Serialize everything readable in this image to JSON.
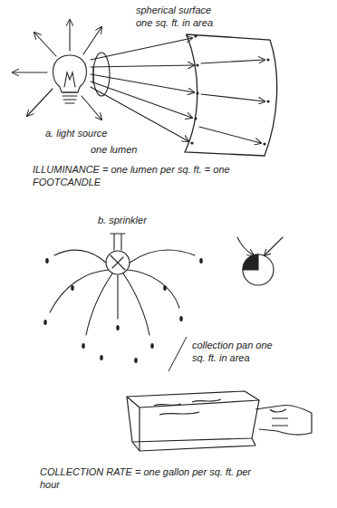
{
  "diagram": {
    "labels": [
      "spherical surface one sq. ft. in area",
      "a. light source",
      "one lumen",
      "ILLUMINANCE = one lumen per sq. ft. = one FOOTCANDLE",
      "b. sprinkler",
      "collection pan one sq. ft. in area",
      "COLLECTION RATE = one gallon per sq. ft. per hour"
    ]
  }
}
